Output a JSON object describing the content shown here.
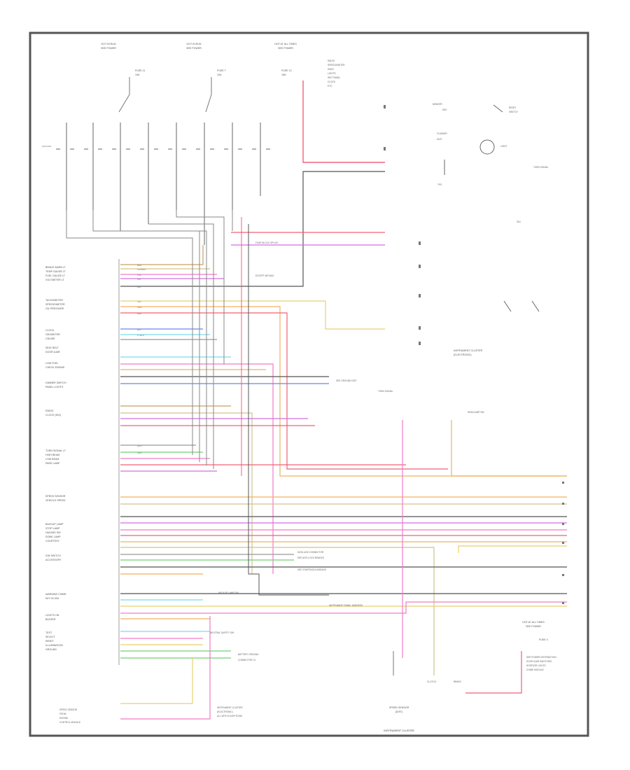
{
  "frame": {
    "border_color": "#555555",
    "background": "#ffffff"
  },
  "top_fuses": [
    {
      "id": "fuse-left",
      "name": "HOT IN RUN",
      "sub": "SEE POWER",
      "num": "FUSE 11",
      "amp": "10A"
    },
    {
      "id": "fuse-mid",
      "name": "HOT IN RUN",
      "sub": "SEE POWER",
      "num": "FUSE 7",
      "amp": "10A"
    },
    {
      "id": "fuse-right",
      "name": "HOT AT ALL TIMES",
      "sub": "SEE POWER",
      "num": "FUSE 12",
      "amp": "15A"
    }
  ],
  "top_right_notes": [
    "RADIO",
    "SPEEDOMETER",
    "DASH",
    "LIGHTS",
    "INST PANEL",
    "CLOCK",
    "ETC."
  ],
  "right_module": {
    "items": [
      "MEMORY",
      "DIM",
      "RESET",
      "SWITCH",
      "FLASHER",
      "UNIT",
      "LIGHT",
      "TURN SIGNAL",
      "TPS",
      "IGN"
    ],
    "title": "INSTRUMENT CLUSTER",
    "sub": "(ELECTRONIC)"
  },
  "left_labels": [
    "BRAKE WARN LT",
    "TEMP GAUGE LT",
    "FUEL GAUGE LT",
    "VOLTMETER LT",
    "TACHOMETER",
    "SPEEDOMETER",
    "OIL PRESSURE",
    "CLOCK",
    "ODOMETER",
    "CRUISE",
    "SEAT BELT",
    "DOOR AJAR",
    "LOW FUEL",
    "CHECK ENGINE",
    "DIMMER SWITCH",
    "PANEL LIGHTS",
    "RADIO",
    "CLOCK (DIG)",
    "TURN SIGNAL LT",
    "HIGH BEAM",
    "LOW BEAM",
    "PARK LAMP",
    "GROUND",
    "SPEED SENSOR",
    "VEHICLE SPEED",
    "BACKUP LAMP",
    "STOP LAMP",
    "HAZARD SW",
    "DOME LAMP",
    "COURTESY",
    "IGN SWITCH",
    "ACCESSORY",
    "WARNING CHIME",
    "KEY IN IGN",
    "LIGHTS ON",
    "BUZZER",
    "TEST",
    "SELECT",
    "RESET",
    "ILLUMINATION",
    "GROUND"
  ],
  "wire_colors": [
    {
      "label": "BRN",
      "hex": "#c8a060"
    },
    {
      "label": "TAN/BLK",
      "hex": "#cfc48a"
    },
    {
      "label": "PNK",
      "hex": "#f07cc8"
    },
    {
      "label": "VIO",
      "hex": "#d070e0"
    },
    {
      "label": "BLK",
      "hex": "#555555"
    },
    {
      "label": "YEL",
      "hex": "#e8d070"
    },
    {
      "label": "ORG",
      "hex": "#f0b060"
    },
    {
      "label": "RED",
      "hex": "#f06078"
    },
    {
      "label": "BLU",
      "hex": "#6688ee"
    },
    {
      "label": "GRN",
      "hex": "#70d070"
    },
    {
      "label": "LT BLU",
      "hex": "#7adaf0"
    },
    {
      "label": "GRY",
      "hex": "#999999"
    }
  ],
  "callouts": [
    "FUSE BLOCK SPLICE",
    "EXCEPT AIR BAG",
    "SEE GROUND DIST",
    "TURN SIGNAL",
    "HEADLAMP SW",
    "DATA LINK CONNECTOR",
    "SEE ANTI-LOCK BRAKES",
    "SEE STARTING/CHARGING",
    "INSTRUMENT PANEL HARNESS",
    "BACKUP LAMP SW",
    "NEUTRAL SAFETY SW",
    "BATTERY GROUND",
    "CONNECTOR C1"
  ],
  "bottom_right": {
    "fuse_name": "HOT AT ALL TIMES",
    "fuse_sub": "SEE POWER",
    "fuse_num": "FUSE 4",
    "notes": [
      "SEE POWER DISTRIBUTION",
      "DOOR AJAR SWITCHES",
      "INTERIOR LIGHTS",
      "CHIME MODULE"
    ],
    "sensor": "SPEED SENSOR",
    "sensor_sub": "(DIST)",
    "switches": [
      "CLUTCH",
      "BRAKE"
    ]
  },
  "bottom_notes": {
    "left": [
      "SPEED SENSOR",
      "FROM",
      "ENGINE",
      "CONTROL MODULE"
    ],
    "center": [
      "INSTRUMENT CLUSTER",
      "(ELECTRONIC)",
      "ALL WITH EXCEPTIONS"
    ],
    "footer": "INSTRUMENT CLUSTER"
  }
}
